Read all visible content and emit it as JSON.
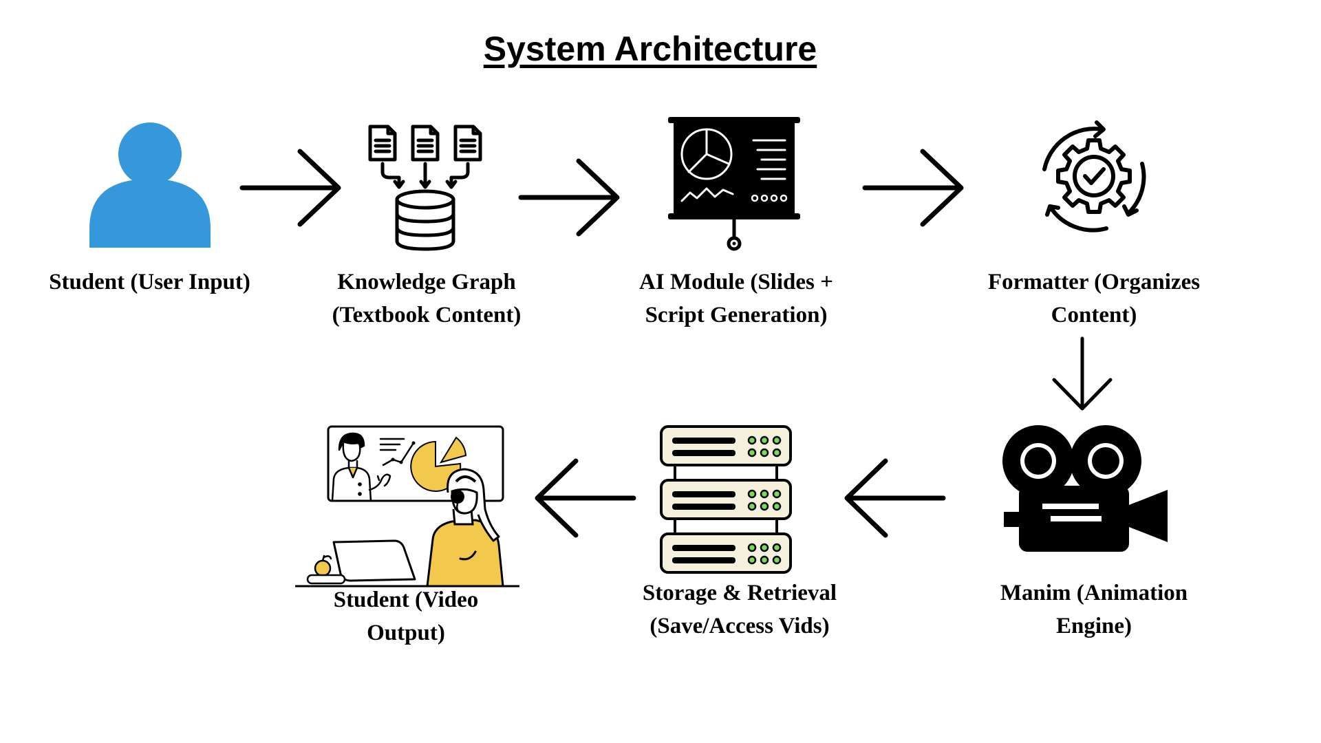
{
  "title": "System Architecture",
  "nodes": [
    {
      "id": "student-input",
      "label": "Student (User Input)"
    },
    {
      "id": "knowledge-graph",
      "label": "Knowledge Graph (Textbook Content)"
    },
    {
      "id": "ai-module",
      "label": "AI Module (Slides + Script Generation)"
    },
    {
      "id": "formatter",
      "label": "Formatter (Organizes Content)"
    },
    {
      "id": "manim",
      "label": "Manim (Animation Engine)"
    },
    {
      "id": "storage",
      "label": "Storage & Retrieval (Save/Access Vids)"
    },
    {
      "id": "student-output",
      "label": "Student (Video Output)"
    }
  ],
  "edges": [
    {
      "from": "student-input",
      "to": "knowledge-graph"
    },
    {
      "from": "knowledge-graph",
      "to": "ai-module"
    },
    {
      "from": "ai-module",
      "to": "formatter"
    },
    {
      "from": "formatter",
      "to": "manim"
    },
    {
      "from": "manim",
      "to": "storage"
    },
    {
      "from": "storage",
      "to": "student-output"
    }
  ],
  "colors": {
    "user_icon": "#3498db",
    "accent_yellow": "#f2c94c",
    "line": "#000000",
    "led_green": "#7ed957"
  }
}
